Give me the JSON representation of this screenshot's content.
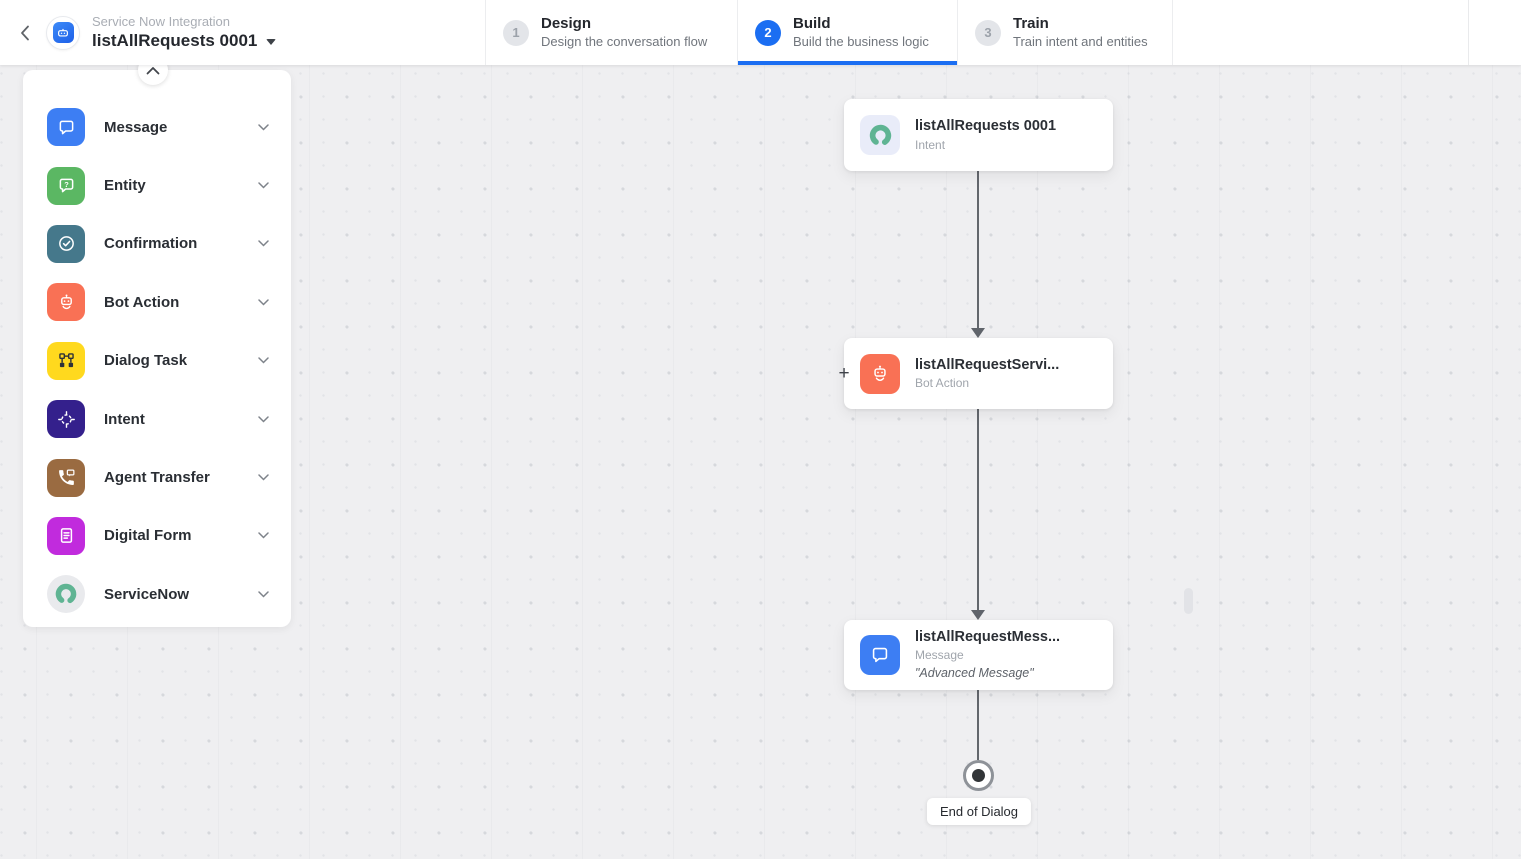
{
  "header": {
    "breadcrumb": "Service Now Integration",
    "task_name": "listAllRequests 0001",
    "active_step": "Build",
    "steps": [
      {
        "num": "1",
        "label": "Design",
        "desc": "Design the conversation flow"
      },
      {
        "num": "2",
        "label": "Build",
        "desc": "Build the business logic"
      },
      {
        "num": "3",
        "label": "Train",
        "desc": "Train intent and entities"
      }
    ]
  },
  "palette": {
    "collapse_icon": "chevron-up-icon",
    "items": [
      {
        "label": "Message",
        "icon": "message-icon",
        "color": "#3D7EF3"
      },
      {
        "label": "Entity",
        "icon": "entity-icon",
        "color": "#5BB763"
      },
      {
        "label": "Confirmation",
        "icon": "confirmation-icon",
        "color": "#45788B"
      },
      {
        "label": "Bot Action",
        "icon": "bot-action-icon",
        "color": "#F97155"
      },
      {
        "label": "Dialog Task",
        "icon": "dialog-task-icon",
        "color": "#FFD91E"
      },
      {
        "label": "Intent",
        "icon": "intent-icon",
        "color": "#34208C"
      },
      {
        "label": "Agent Transfer",
        "icon": "agent-transfer-icon",
        "color": "#9A6B41"
      },
      {
        "label": "Digital Form",
        "icon": "digital-form-icon",
        "color": "#C12BDD"
      },
      {
        "label": "ServiceNow",
        "icon": "servicenow-icon",
        "color": "#5FB493"
      }
    ]
  },
  "canvas": {
    "nodes": [
      {
        "title": "listAllRequests 0001",
        "subtitle": "Intent",
        "icon": "servicenow-icon"
      },
      {
        "title": "listAllRequestServi...",
        "subtitle": "Bot Action",
        "icon": "bot-action-icon",
        "add_button": "+"
      },
      {
        "title": "listAllRequestMess...",
        "subtitle": "Message",
        "quote": "\"Advanced Message\"",
        "icon": "message-icon"
      }
    ],
    "end_label": "End of Dialog"
  },
  "colors": {
    "accent_blue": "#1B6EF2",
    "canvas_bg": "#EFEFF1",
    "connector": "#60646B",
    "servicenow_green": "#5FB493"
  }
}
